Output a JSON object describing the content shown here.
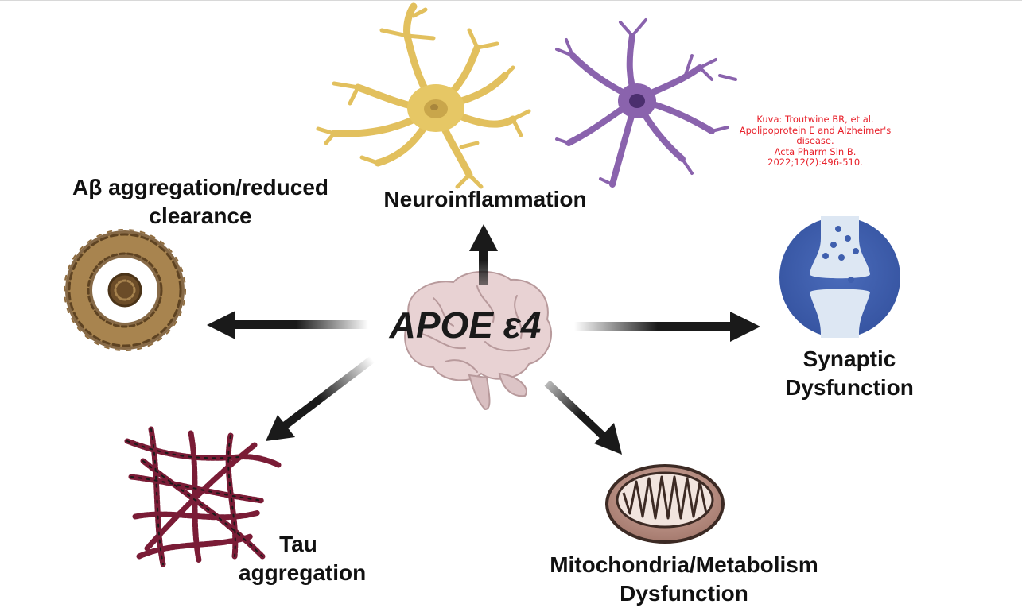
{
  "center": {
    "title": "APOE ε4"
  },
  "outcomes": {
    "neuroinflammation": {
      "lines": [
        "Neuroinflammation"
      ]
    },
    "abeta": {
      "lines": [
        "Aβ aggregation/reduced",
        "clearance"
      ]
    },
    "synaptic": {
      "lines": [
        "Synaptic",
        "Dysfunction"
      ]
    },
    "tau": {
      "lines": [
        "Tau",
        "aggregation"
      ]
    },
    "mito": {
      "lines": [
        "Mitochondria/Metabolism",
        "Dysfunction"
      ]
    }
  },
  "citation": {
    "lines": [
      "Kuva: Troutwine BR, et al.",
      "Apolipoprotein E and Alzheimer's",
      "disease.",
      "Acta Pharm Sin B.",
      "2022;12(2):496-510."
    ]
  },
  "colors": {
    "astrocyte": "#e8c766",
    "microglia": "#8a63ad",
    "synapse_circle": "#3f5fae",
    "synapse_terminal": "#dde7f3",
    "amyloid": "#7a5a33",
    "tau": "#7a1c36",
    "mitochondria": "#c39a8e",
    "brain": "#e7d1d2",
    "citation": "#e8202a"
  },
  "icons": [
    "astrocyte-icon",
    "microglia-icon",
    "amyloid-plaque-icon",
    "synapse-icon",
    "tau-tangle-icon",
    "mitochondrion-icon",
    "brain-icon"
  ]
}
